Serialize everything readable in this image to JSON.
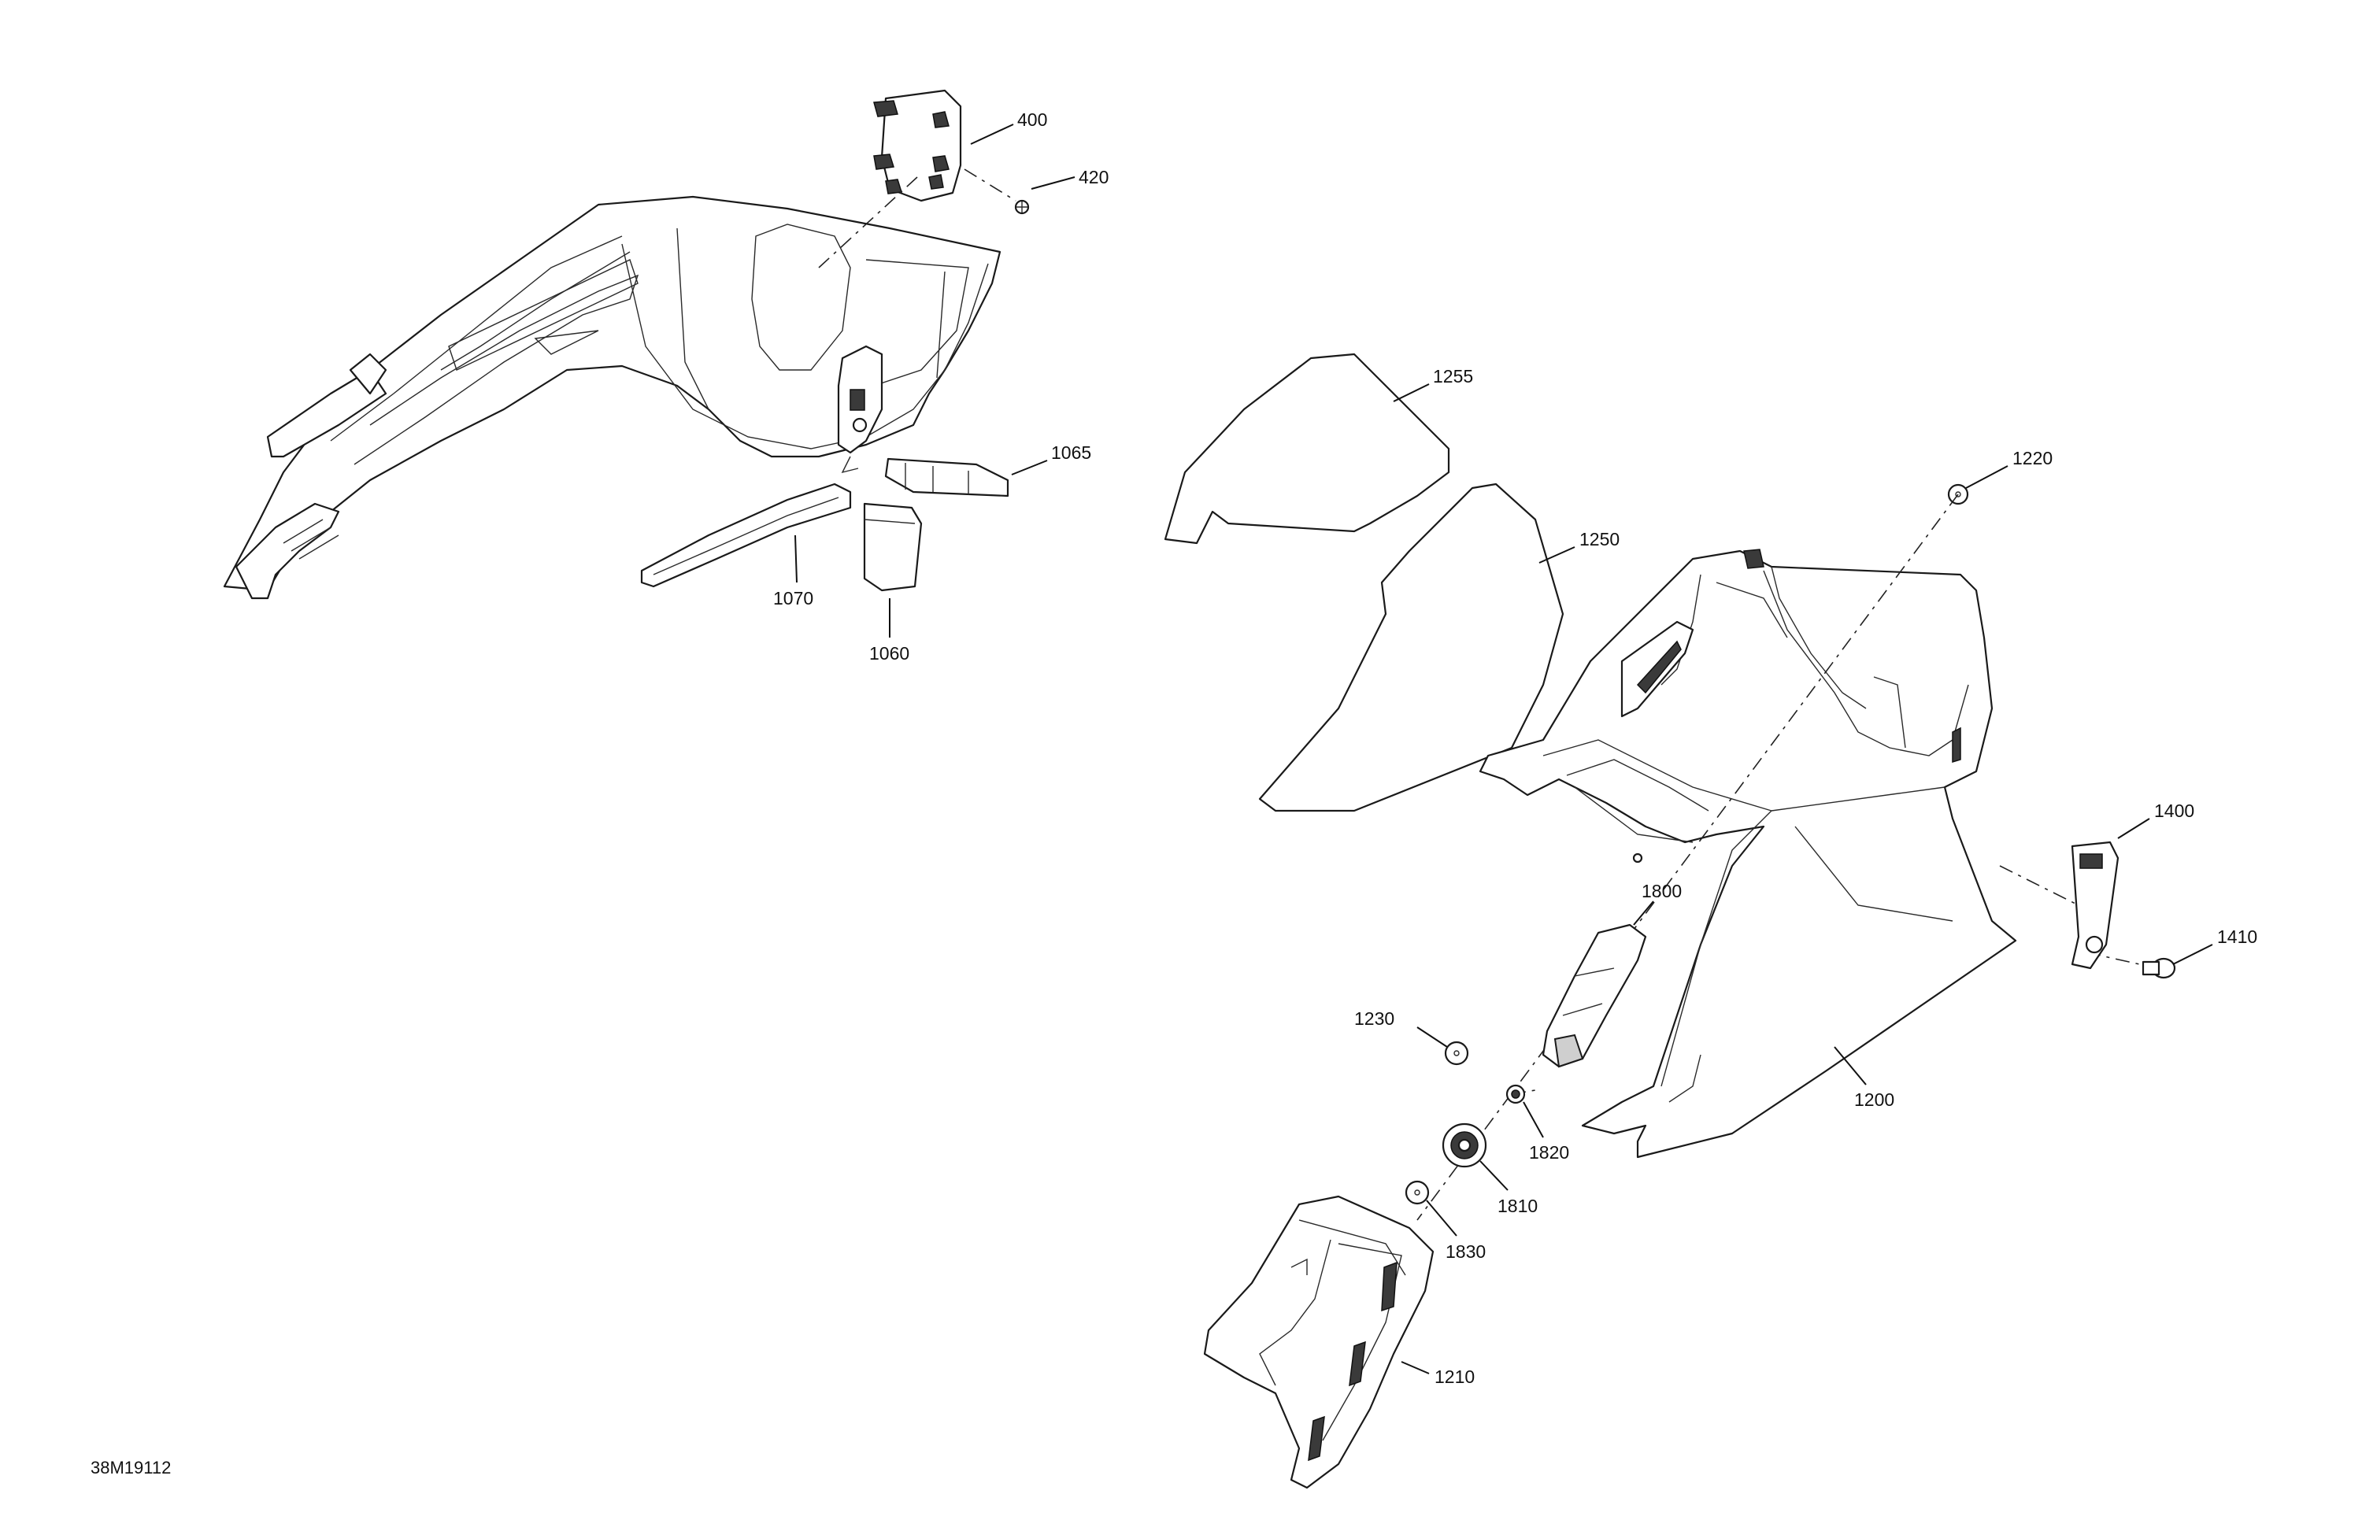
{
  "diagram": {
    "reference_code": "38M19112",
    "callouts": {
      "c400": "400",
      "c420": "420",
      "c1065": "1065",
      "c1070": "1070",
      "c1060": "1060",
      "c1255": "1255",
      "c1250": "1250",
      "c1220": "1220",
      "c1400": "1400",
      "c1410": "1410",
      "c1800": "1800",
      "c1230": "1230",
      "c1200": "1200",
      "c1820": "1820",
      "c1810": "1810",
      "c1830": "1830",
      "c1210": "1210"
    }
  }
}
